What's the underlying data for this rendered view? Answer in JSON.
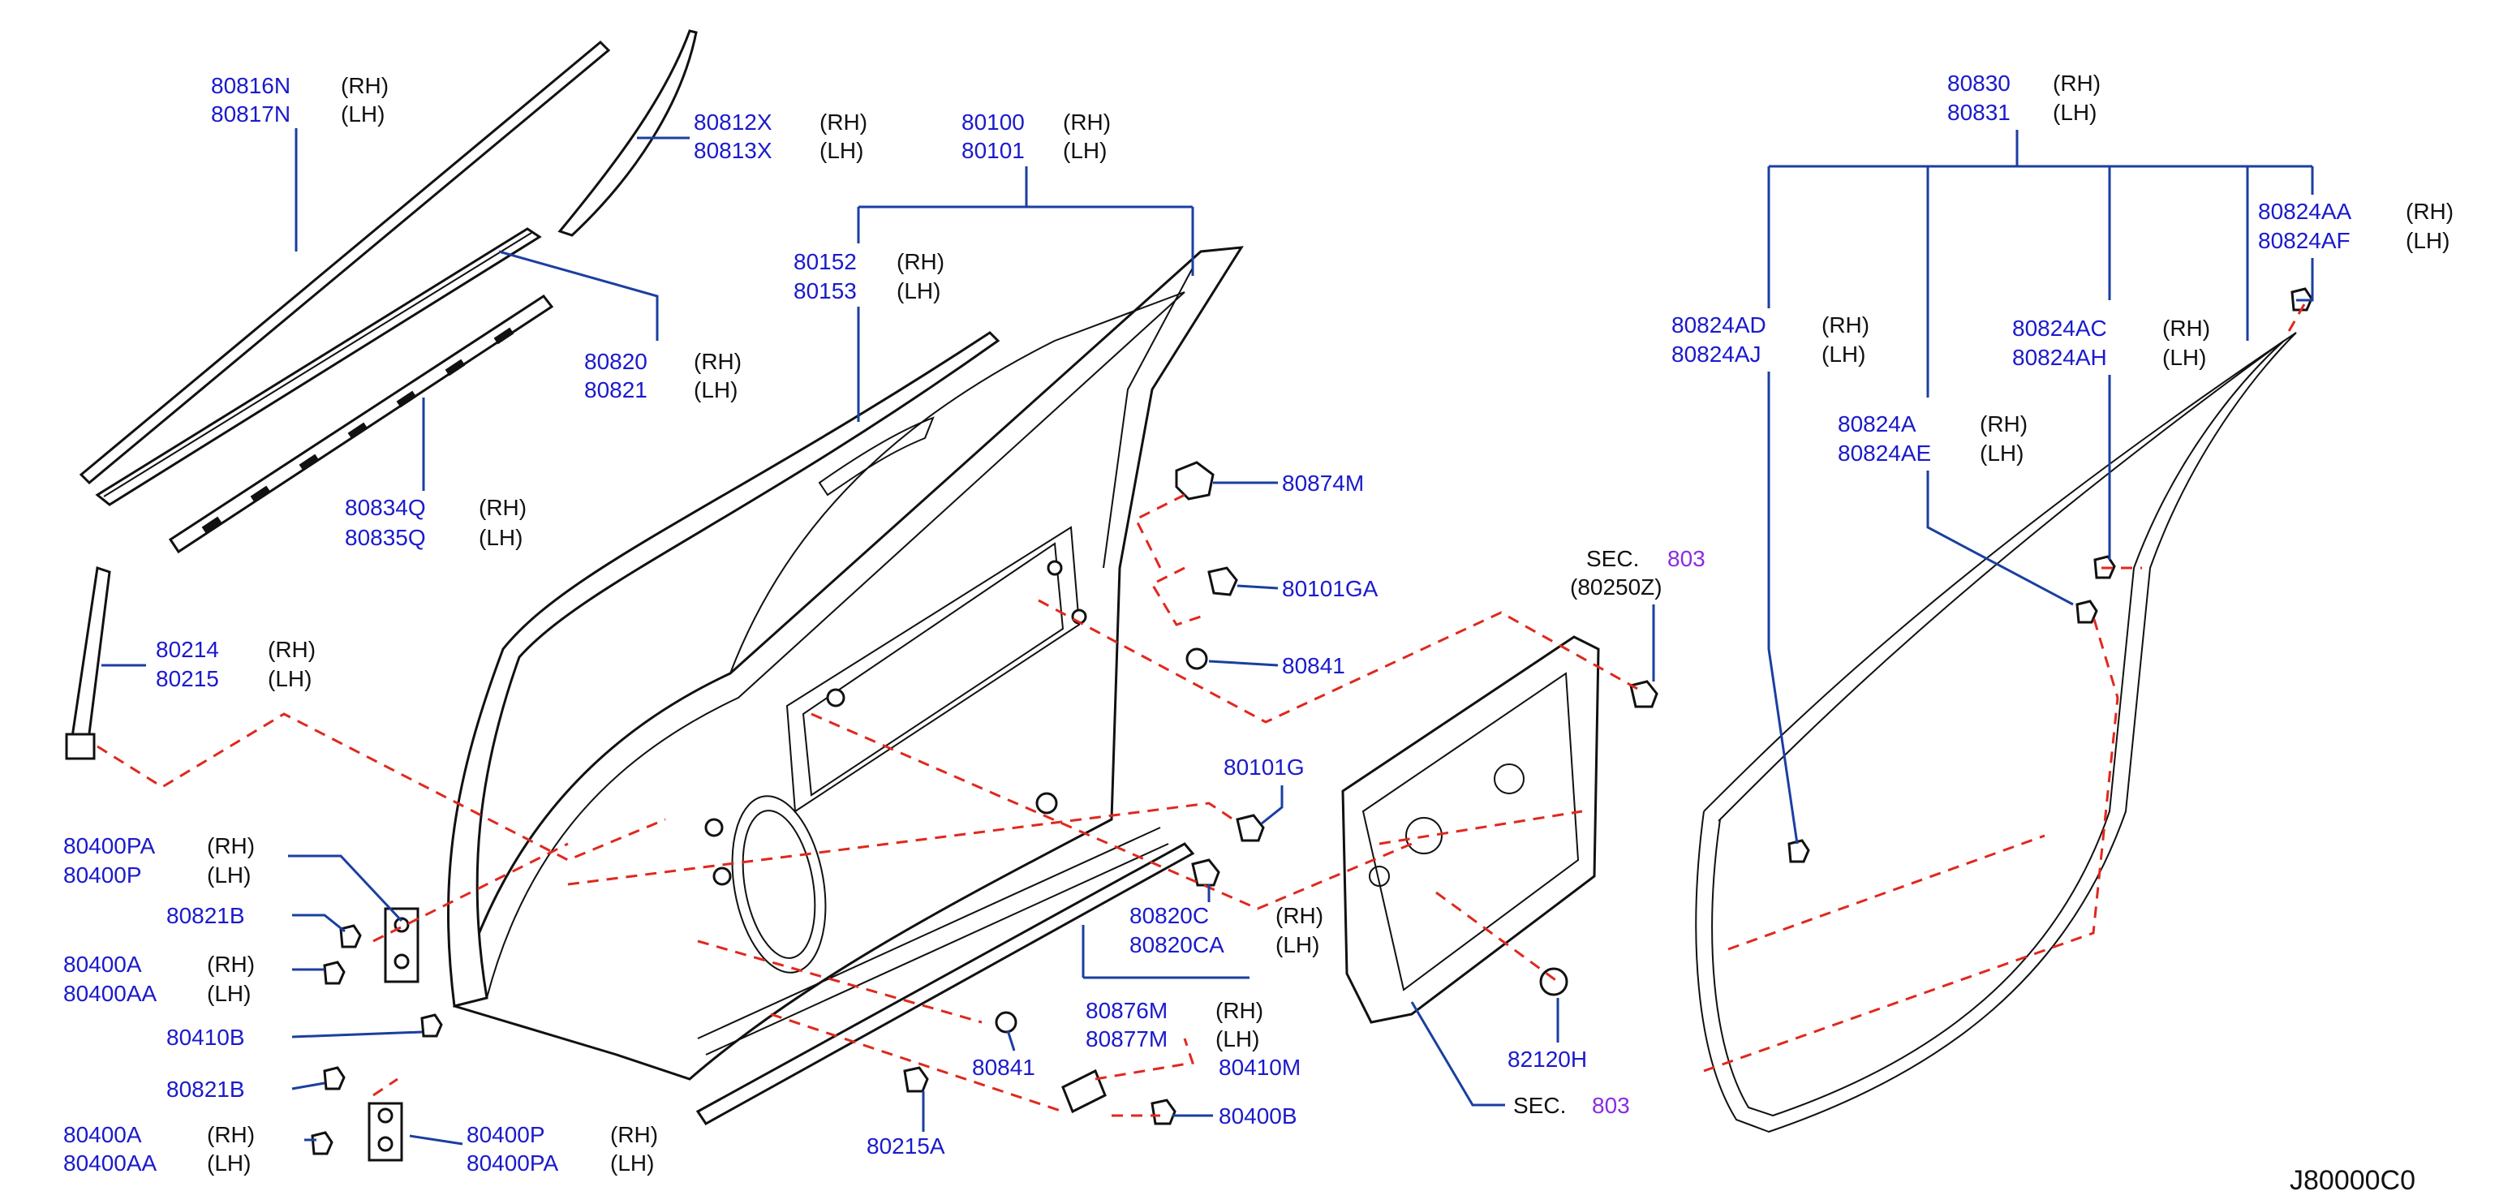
{
  "colors": {
    "part_number": "#1a1acc",
    "leader_line": "#1a3fa0",
    "dashed_line": "#e0281e",
    "section_number": "#8a2be2",
    "drawing": "#111111"
  },
  "side_labels": {
    "rh": "(RH)",
    "lh": "(LH)"
  },
  "callouts": {
    "c80816N": {
      "rh": "80816N",
      "lh": "80817N"
    },
    "c80812X": {
      "rh": "80812X",
      "lh": "80813X"
    },
    "c80100": {
      "rh": "80100",
      "lh": "80101"
    },
    "c80152": {
      "rh": "80152",
      "lh": "80153"
    },
    "c80820": {
      "rh": "80820",
      "lh": "80821"
    },
    "c80834Q": {
      "rh": "80834Q",
      "lh": "80835Q"
    },
    "c80214": {
      "rh": "80214",
      "lh": "80215"
    },
    "c80874M": {
      "single": "80874M"
    },
    "c80101GA": {
      "single": "80101GA"
    },
    "c80841a": {
      "single": "80841"
    },
    "c80101G": {
      "single": "80101G"
    },
    "c80400PA": {
      "rh": "80400PA",
      "lh": "80400P"
    },
    "c80821B1": {
      "single": "80821B"
    },
    "c80400A1": {
      "rh": "80400A",
      "lh": "80400AA"
    },
    "c80410B": {
      "single": "80410B"
    },
    "c80821B2": {
      "single": "80821B"
    },
    "c80400A2": {
      "rh": "80400A",
      "lh": "80400AA"
    },
    "c80400P": {
      "rh": "80400P",
      "lh": "80400PA"
    },
    "c80820C": {
      "rh": "80820C",
      "lh": "80820CA"
    },
    "c80876M": {
      "rh": "80876M",
      "lh": "80877M"
    },
    "c80841b": {
      "single": "80841"
    },
    "c80410M": {
      "single": "80410M"
    },
    "c80400B": {
      "single": "80400B"
    },
    "c80215A": {
      "single": "80215A"
    },
    "c80830": {
      "rh": "80830",
      "lh": "80831"
    },
    "c80824AA": {
      "rh": "80824AA",
      "lh": "80824AF"
    },
    "c80824AD": {
      "rh": "80824AD",
      "lh": "80824AJ"
    },
    "c80824AC": {
      "rh": "80824AC",
      "lh": "80824AH"
    },
    "c80824A": {
      "rh": "80824A",
      "lh": "80824AE"
    },
    "c82120H": {
      "single": "82120H"
    }
  },
  "sections": {
    "sec_top": {
      "prefix": "SEC.",
      "number": "803",
      "sub": "(80250Z)"
    },
    "sec_bottom": {
      "prefix": "SEC.",
      "number": "803"
    }
  },
  "diagram_id": "J80000C0"
}
